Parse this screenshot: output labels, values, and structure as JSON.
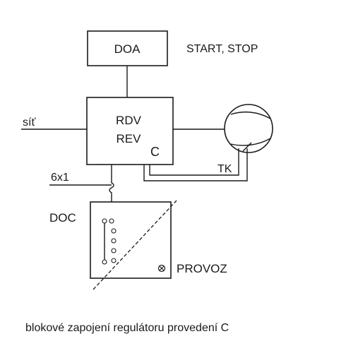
{
  "diagram": {
    "doa_label": "DOA",
    "start_stop_label": "START, STOP",
    "sit_label": "síť",
    "rdv_label": "RDV",
    "rev_label": "REV",
    "c_label": "C",
    "tk_label": "TK",
    "cable_label": "6x1",
    "doc_label": "DOC",
    "provoz_label": "PROVOZ",
    "caption": "blokové zapojení regulátoru provedení C"
  }
}
